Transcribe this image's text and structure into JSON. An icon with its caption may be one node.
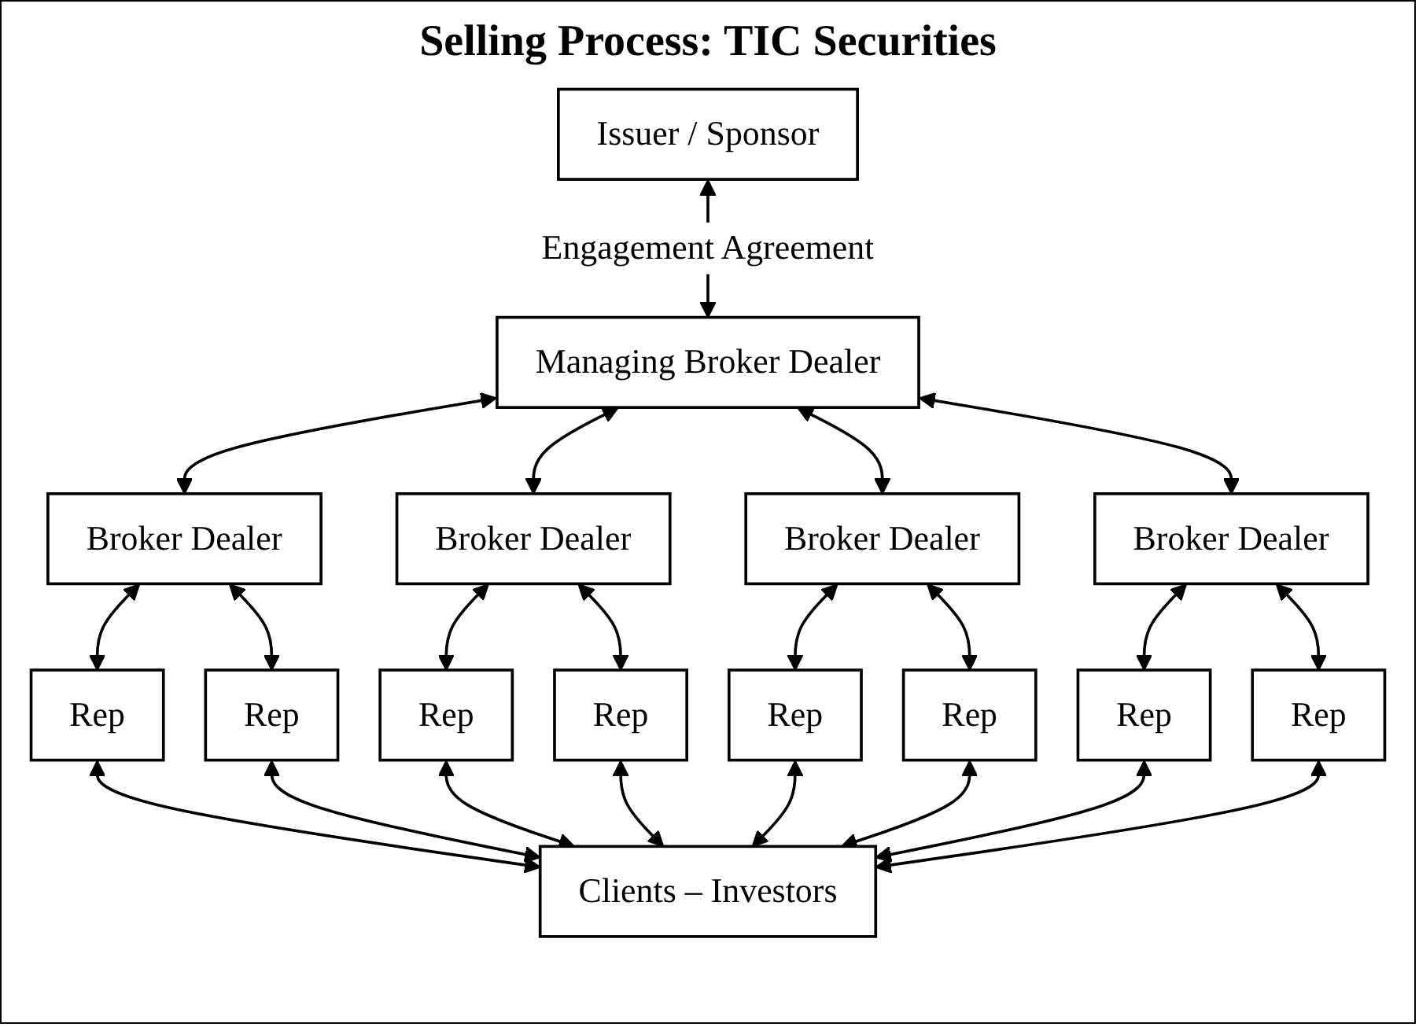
{
  "diagram": {
    "title": "Selling Process:  TIC Securities",
    "nodes": [
      {
        "text": [
          "Issuer / Sponsor"
        ]
      },
      {
        "text": [
          "Managing Broker Dealer"
        ]
      },
      {
        "text": [
          "Broker Dealer"
        ]
      },
      {
        "text": [
          "Broker Dealer"
        ]
      },
      {
        "text": [
          "Broker Dealer"
        ]
      },
      {
        "text": [
          "Broker Dealer"
        ]
      },
      {
        "text": [
          "Rep"
        ]
      },
      {
        "text": [
          "Rep"
        ]
      },
      {
        "text": [
          "Rep"
        ]
      },
      {
        "text": [
          "Rep"
        ]
      },
      {
        "text": [
          "Rep"
        ]
      },
      {
        "text": [
          "Rep"
        ]
      },
      {
        "text": [
          "Rep"
        ]
      },
      {
        "text": [
          "Rep"
        ]
      },
      {
        "text": [
          "Clients – Investors"
        ]
      }
    ],
    "edges": [
      {
        "from": 0,
        "to": 1,
        "arrow": "both",
        "label": "Engagement Agreement"
      },
      {
        "from": 1,
        "to": 2,
        "arrow": "both"
      },
      {
        "from": 1,
        "to": 3,
        "arrow": "both"
      },
      {
        "from": 1,
        "to": 4,
        "arrow": "both"
      },
      {
        "from": 1,
        "to": 5,
        "arrow": "both"
      },
      {
        "from": 2,
        "to": 6,
        "arrow": "both"
      },
      {
        "from": 2,
        "to": 7,
        "arrow": "both"
      },
      {
        "from": 3,
        "to": 8,
        "arrow": "both"
      },
      {
        "from": 3,
        "to": 9,
        "arrow": "both"
      },
      {
        "from": 4,
        "to": 10,
        "arrow": "both"
      },
      {
        "from": 4,
        "to": 11,
        "arrow": "both"
      },
      {
        "from": 5,
        "to": 12,
        "arrow": "both"
      },
      {
        "from": 5,
        "to": 13,
        "arrow": "both"
      },
      {
        "from": 6,
        "to": 14,
        "arrow": "both"
      },
      {
        "from": 7,
        "to": 14,
        "arrow": "both"
      },
      {
        "from": 8,
        "to": 14,
        "arrow": "both"
      },
      {
        "from": 9,
        "to": 14,
        "arrow": "both"
      },
      {
        "from": 10,
        "to": 14,
        "arrow": "both"
      },
      {
        "from": 11,
        "to": 14,
        "arrow": "both"
      },
      {
        "from": 12,
        "to": 14,
        "arrow": "both"
      },
      {
        "from": 13,
        "to": 14,
        "arrow": "both"
      }
    ]
  }
}
